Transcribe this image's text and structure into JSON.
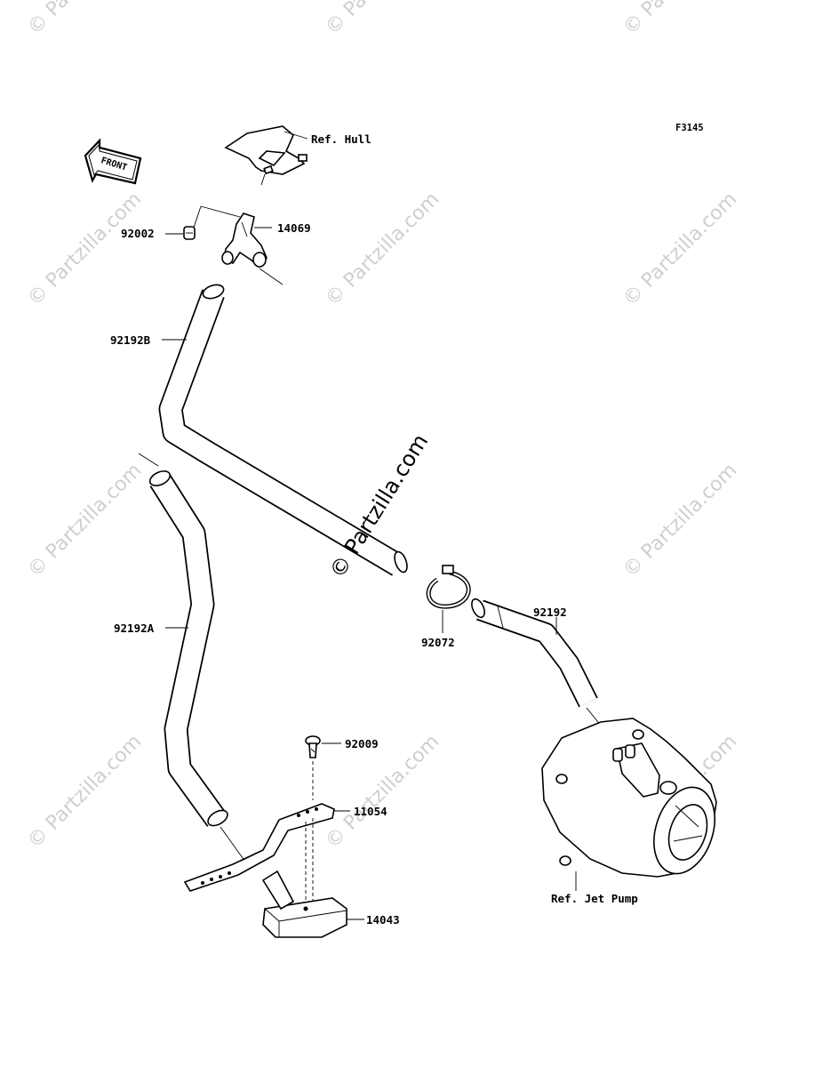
{
  "diagram_code": "F3145",
  "front_label": "FRONT",
  "watermarks": [
    "© Partzilla.com"
  ],
  "center_watermark": "© Partzilla.com",
  "labels": {
    "ref_hull": "Ref. Hull",
    "part_14069": "14069",
    "part_92002": "92002",
    "part_92192B": "92192B",
    "part_92192A": "92192A",
    "part_92072": "92072",
    "part_92192": "92192",
    "part_92009": "92009",
    "part_11054": "11054",
    "part_14043": "14043",
    "ref_jet_pump": "Ref. Jet Pump"
  }
}
